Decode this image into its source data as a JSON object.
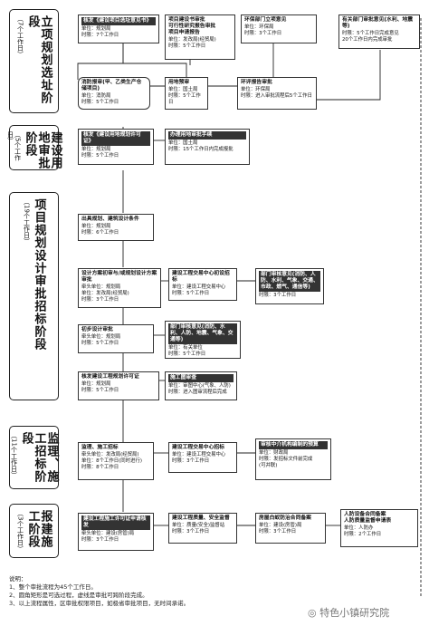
{
  "stages": [
    {
      "id": "s1",
      "title": "立项规划选址阶段",
      "days": "（7个工作日）"
    },
    {
      "id": "s2",
      "title": "建设用地审批阶段",
      "days": "（5个工作日）"
    },
    {
      "id": "s3",
      "title": "项目规划设计审批招标阶段",
      "days": "（19个工作日）"
    },
    {
      "id": "s4",
      "title": "监理、施工招标阶段",
      "days": "（11个工作日）"
    },
    {
      "id": "s5",
      "title": "报建施工阶段",
      "days": "（3个工作日）"
    }
  ],
  "boxes": {
    "b1": {
      "title": "核发《建设项目选址意见书》",
      "lines": [
        "单位：规划局",
        "时限：7个工作日"
      ]
    },
    "b2": {
      "title": "项目建设书审批\n可行性研究报告审批\n项目申请报告",
      "lines": [
        "单位：发改局(经贸局)",
        "时限：5个工作日"
      ]
    },
    "b3": {
      "title": "环保部门立项意见",
      "lines": [
        "单位：环保局",
        "时限：3个工作日"
      ]
    },
    "b4": {
      "title": "有关部门审批意见(水利、地震等)",
      "lines": [
        "时限：5个工作日完成意见",
        "20个工作日内完成审批"
      ]
    },
    "b5": {
      "title": "消防报审(甲、乙类生产仓储项目)",
      "lines": [
        "单位：消防局",
        "时限：5个工作日"
      ]
    },
    "b6": {
      "title": "用地预审",
      "lines": [
        "单位：国土局",
        "时限：5个工作日"
      ]
    },
    "b7": {
      "title": "环评报告审批",
      "lines": [
        "单位：环保局",
        "时限：进入审批流程后5个工作日"
      ]
    },
    "b8": {
      "title": "核发《建设用地规划许可证》",
      "lines": [
        "单位：规划局",
        "时限：5个工作日"
      ]
    },
    "b9": {
      "title": "办理用地审批手续",
      "lines": [
        "单位：国土局",
        "时限：15个工作日内完成报批"
      ]
    },
    "b10": {
      "title": "出具规划、建筑设计条件",
      "lines": [
        "单位：规划局",
        "时限：6个工作日"
      ]
    },
    "b11": {
      "title": "设计方案初审与/或规划设计方案审批",
      "lines": [
        "牵头单位：规划局",
        "单位：发改局(经贸局)",
        "时限：3个工作日"
      ]
    },
    "b12": {
      "title": "建设工程交易中心初设招标",
      "lines": [
        "单位：建设工程交易中心",
        "时限：5个工作日"
      ]
    },
    "b13": {
      "title": "部门审核意见(消防、人防、水利、气象、交通、市政、燃气、通信等)",
      "lines": [
        "时限：3个工作日"
      ]
    },
    "b14": {
      "title": "初步设计审批",
      "lines": [
        "牵头单位：规划局",
        "时限：5个工作日"
      ]
    },
    "b15": {
      "title": "部门审核意见(消防、水利、人防、地震、气象、交通等)",
      "lines": [
        "单位：有关单位",
        "时限：5个工作日"
      ]
    },
    "b16": {
      "title": "核发建设工程规划许可证",
      "lines": [
        "单位：规划局",
        "时限：5个工作日"
      ]
    },
    "b17": {
      "title": "施工图审查",
      "lines": [
        "单位：审图中心(气象、人防)",
        "时限：进入图审流程后完成"
      ]
    },
    "b18": {
      "title": "监理、施工招标",
      "lines": [
        "牵头单位：发改局(经贸局)",
        "单位：8个工作日(同时进行)",
        "时限：8个工作日"
      ]
    },
    "b19": {
      "title": "建设工程交易中心招标",
      "lines": [
        "单位：建设工程交易中心",
        "时限：3个工作日"
      ]
    },
    "b20": {
      "title": "审核中介机构编制的预算",
      "lines": [
        "单位：财政局",
        "时限：发招标文件前完成",
        "(可并联)"
      ]
    },
    "b21": {
      "title": "建设工程施工许可证申请核发",
      "lines": [
        "牵头单位：建设(房管)局",
        "时限：3个工作日"
      ]
    },
    "b22": {
      "title": "建设工程质量、安全监督",
      "lines": [
        "单位：质量(安全)监督站",
        "时限：3个工作日"
      ]
    },
    "b23": {
      "title": "房屋白蚁防治合同备案",
      "lines": [
        "单位：建设(房管)局",
        "时限：3个工作日"
      ]
    },
    "b24": {
      "title": "人防设备合同备案\n人防质量监督申请表",
      "lines": [
        "单位：人防办",
        "时限：2个工作日"
      ]
    }
  },
  "notes": {
    "heading": "说明：",
    "items": [
      "1、整个审批流程为45个工作日。",
      "2、圆角矩形是可选过程，虚线是审批可跨阶段完成。",
      "3、以上流程属性，区审批权限项目，如极省审批项目，无时间承诺。"
    ]
  },
  "watermark": "特色小镇研究院",
  "colors": {
    "line": "#222222",
    "box_border": "#333333"
  }
}
